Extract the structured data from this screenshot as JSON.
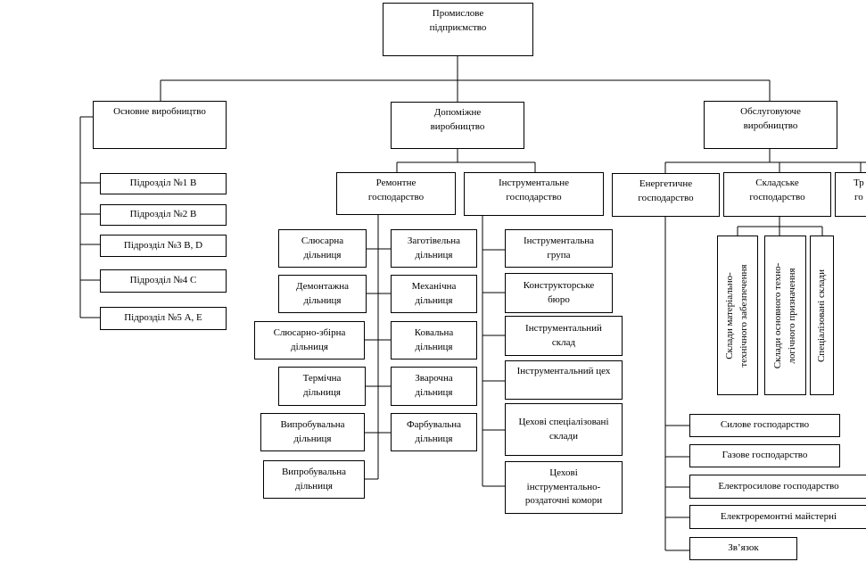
{
  "root": "Промислове\nпідприємство",
  "main_production": {
    "title": "Основне виробництво",
    "units": [
      "Підрозділ  №1 В",
      "Підрозділ  №2 В",
      "Підрозділ  №3 В, D",
      "Підрозділ  №4 С",
      "Підрозділ  №5 А, Е"
    ]
  },
  "auxiliary_production": {
    "title": "Допоміжне\nвиробництво",
    "repair": {
      "title": "Ремонтне\nгосподарство",
      "left_sections": [
        "Слюсарна\nдільниця",
        "Демонтажна\nдільниця",
        "Слюсарно-збірна\nдільниця",
        "Термічна\nдільниця",
        "Випробувальна\nдільниця",
        "Випробувальна\nдільниця"
      ],
      "right_sections": [
        "Заготівельна\nдільниця",
        "Механічна\nдільниця",
        "Ковальна\nдільниця",
        "Зварочна\nдільниця",
        "Фарбувальна\nдільниця"
      ]
    },
    "tooling": {
      "title": "Інструментальне\nгосподарство",
      "sections": [
        "Інструментальна\nгрупа",
        "Конструкторське\nбюро",
        "Інструментальний\nсклад",
        "Інструментальний  цех",
        "Цехові  спеціалізовані\nсклади",
        "Цехові\nінструментально-\nроздаточні комори"
      ]
    }
  },
  "service_production": {
    "title": "Обслуговуюче\nвиробництво",
    "energy": {
      "title": "Енергетичне\nгосподарство",
      "sections": [
        "Силове  господарство",
        "Газове господарство",
        "Електросилове  господарство",
        "Електроремонтні  майстерні",
        "Зв’язок"
      ]
    },
    "warehouse": {
      "title": "Складське\nгосподарство",
      "sections": [
        "Склади матеріально-\nтехнічного забезпечення",
        "Склади основного техно-\nлогічного призначення",
        "Спеціалізовані склади"
      ]
    },
    "third": {
      "title": "Тр\nго"
    }
  }
}
